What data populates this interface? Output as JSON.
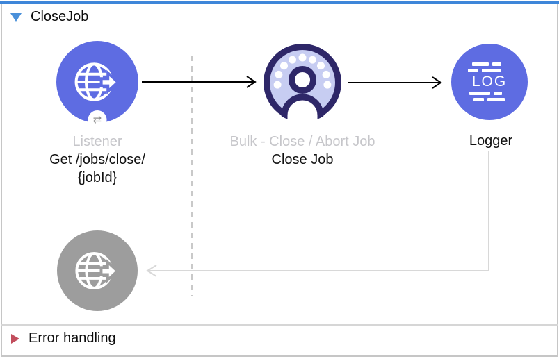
{
  "header": {
    "title": "CloseJob"
  },
  "nodes": {
    "listener": {
      "operation_label": "Listener",
      "doc_name_line1": "Get /jobs/close/",
      "doc_name_line2": "{jobId}"
    },
    "bulk": {
      "operation_label": "Bulk - Close / Abort Job",
      "doc_name": "Close Job"
    },
    "logger": {
      "doc_name": "Logger",
      "icon_text": "LOG"
    }
  },
  "icons": {
    "flow_toggle": "triangle-down-icon",
    "error_toggle": "triangle-right-icon",
    "listener": "globe-arrow-icon",
    "listener_badge": "exchange-arrows-icon",
    "exchange_glyph": "⇄",
    "bulk": "bulk-user-dots-icon",
    "logger": "log-lines-icon",
    "response": "globe-arrow-icon"
  },
  "error_handling": {
    "label": "Error handling"
  },
  "colors": {
    "selection_bar": "#3e86d9",
    "node_blue": "#5e6ce2",
    "bulk_navy": "#2e2768",
    "bulk_light": "#c7cdf2",
    "node_gray": "#9d9d9d",
    "muted_label": "#c6c6ca",
    "connector_black": "#000000",
    "connector_gray": "#d8d8d8",
    "dashed_divider": "#c9c9c9",
    "error_triangle": "#c24e5d",
    "flow_triangle": "#4a90da",
    "panel_border": "#c6c6c6"
  }
}
